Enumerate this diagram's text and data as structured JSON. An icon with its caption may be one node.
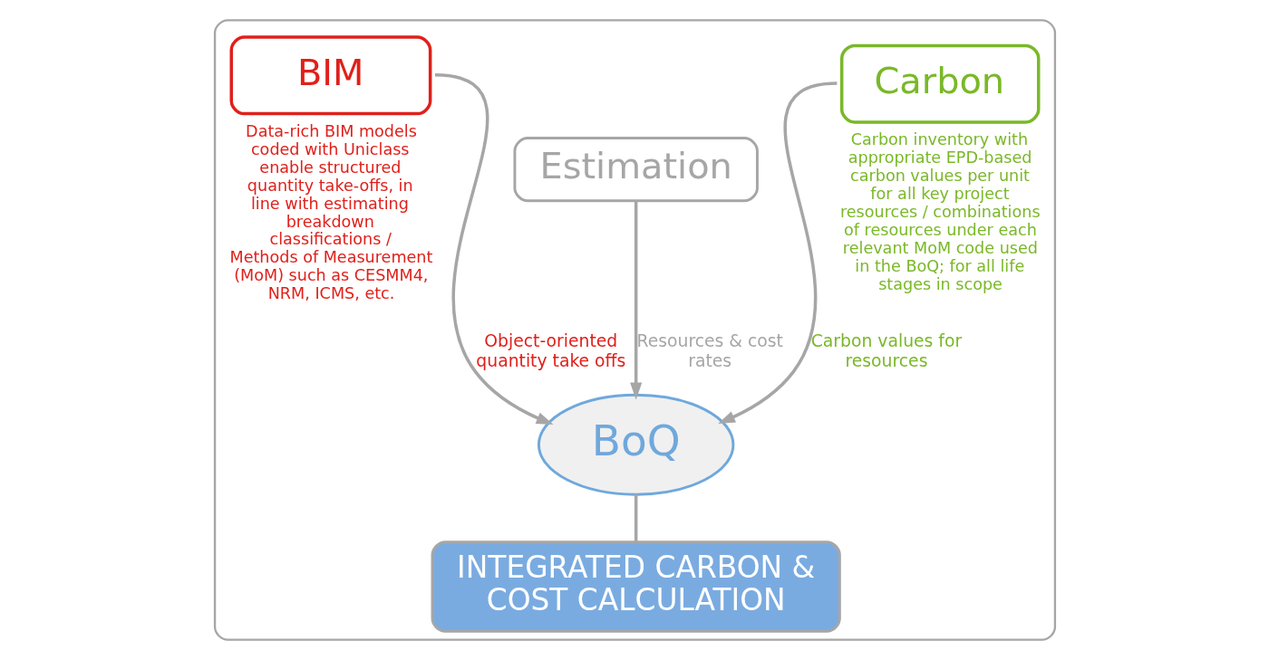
{
  "diagram": {
    "nodes": [
      {
        "text": [],
        "shape": "box"
      },
      {
        "text": [
          "BIM"
        ],
        "in": 0,
        "beside": [
          "Data-rich BIM models coded with Uniclass enable structured quantity take-offs, in line with estimating breakdown classifications / Methods of Measurement (MoM) such as CESMM4, NRM, ICMS, etc."
        ]
      },
      {
        "text": [
          "Estimation"
        ],
        "in": 0
      },
      {
        "text": [
          "Carbon"
        ],
        "in": 0,
        "beside": [
          "Carbon inventory with appropriate EPD-based carbon values per unit for all key project resources / combinations of resources under each relevant MoM code used in the BoQ; for all life stages in scope"
        ]
      },
      {
        "text": [
          "BoQ"
        ],
        "in": 0
      },
      {
        "text": [
          "INTEGRATED CARBON & COST CALCULATION"
        ],
        "in": 0
      }
    ],
    "edges": [
      {
        "from": 1,
        "to": 4,
        "arrow": "to",
        "label": "Object-oriented quantity take offs"
      },
      {
        "from": 2,
        "to": 4,
        "arrow": "to",
        "label": "Resources & cost rates"
      },
      {
        "from": 3,
        "to": 4,
        "arrow": "to",
        "label": "Carbon values for resources"
      },
      {
        "from": 4,
        "to": 5,
        "arrow": "none"
      }
    ]
  }
}
